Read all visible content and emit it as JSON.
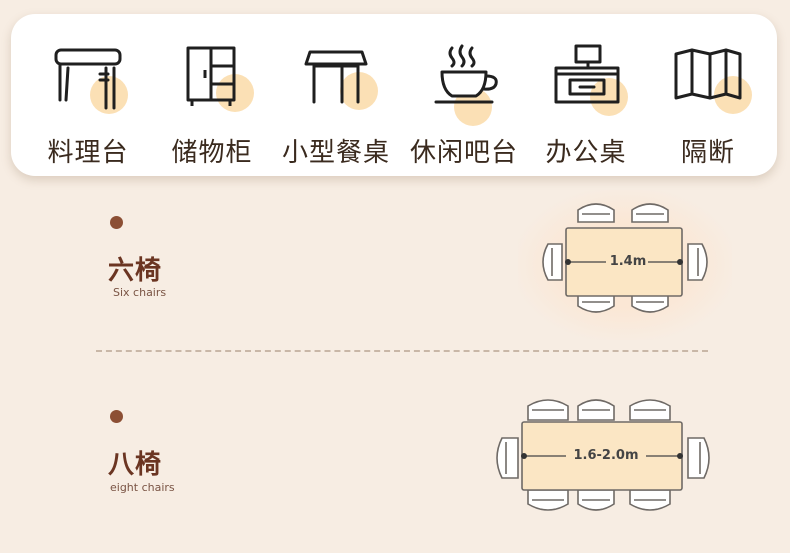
{
  "categories": [
    {
      "label": "料理台",
      "icon": "kitchen-counter-icon"
    },
    {
      "label": "储物柜",
      "icon": "storage-cabinet-icon"
    },
    {
      "label": "小型餐桌",
      "icon": "small-dining-table-icon"
    },
    {
      "label": "休闲吧台",
      "icon": "coffee-cup-icon"
    },
    {
      "label": "办公桌",
      "icon": "office-desk-icon"
    },
    {
      "label": "隔断",
      "icon": "folding-screen-icon"
    }
  ],
  "sections": [
    {
      "title": "六椅",
      "subtitle": "Six chairs",
      "size": "1.4m"
    },
    {
      "title": "八椅",
      "subtitle": "eight chairs",
      "size": "1.6-2.0m"
    }
  ],
  "colors": {
    "background": "#f7ede3",
    "accent_dot": "#fbe0b5",
    "title_brown": "#6b3522",
    "table_fill": "#fbe6c4"
  }
}
